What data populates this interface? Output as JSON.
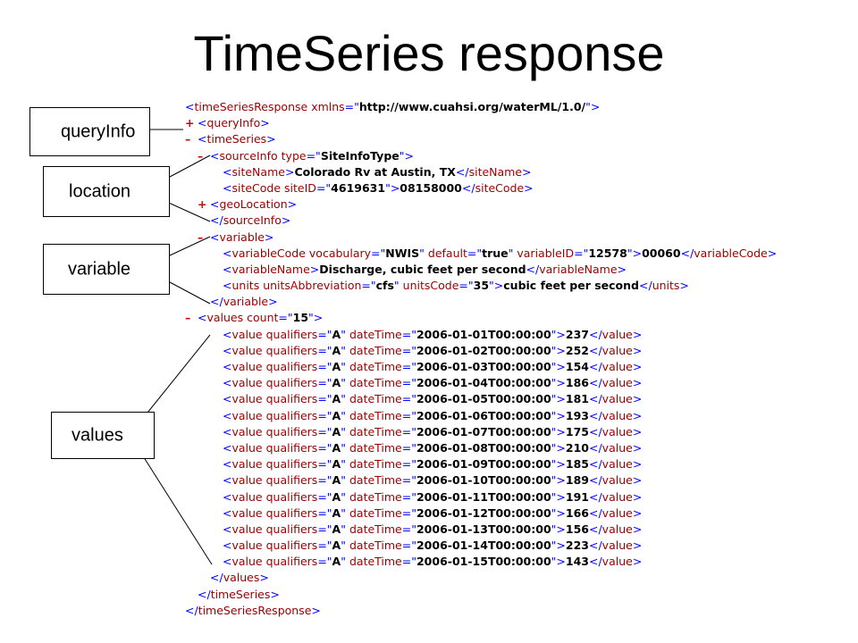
{
  "slide": {
    "title": "TimeSeries response"
  },
  "callouts": {
    "queryInfo": "queryInfo",
    "location": "location",
    "variable": "variable",
    "values": "values"
  },
  "xml_lines": [
    {
      "indent": 0,
      "text": "<timeSeriesResponse xmlns=\"http://www.cuahsi.org/waterML/1.0/\">"
    },
    {
      "indent": 0,
      "marker": "+",
      "text": "<queryInfo>"
    },
    {
      "indent": 0,
      "marker": "–",
      "text": "<timeSeries>"
    },
    {
      "indent": 1,
      "marker": "–",
      "text": "<sourceInfo type=\"SiteInfoType\">"
    },
    {
      "indent": 2,
      "text": "<siteName>Colorado Rv at Austin, TX</siteName>"
    },
    {
      "indent": 2,
      "text": "<siteCode siteID=\"4619631\">08158000</siteCode>"
    },
    {
      "indent": 1,
      "marker": "+",
      "text": "<geoLocation>"
    },
    {
      "indent": 1,
      "text": "</sourceInfo>"
    },
    {
      "indent": 1,
      "marker": "–",
      "text": "<variable>"
    },
    {
      "indent": 2,
      "text": "<variableCode vocabulary=\"NWIS\" default=\"true\" variableID=\"12578\">00060</variableCode>"
    },
    {
      "indent": 2,
      "text": "<variableName>Discharge, cubic feet per second</variableName>"
    },
    {
      "indent": 2,
      "text": "<units unitsAbbreviation=\"cfs\" unitsCode=\"35\">cubic feet per second</units>"
    },
    {
      "indent": 1,
      "text": "</variable>"
    },
    {
      "indent": 0,
      "marker": "–",
      "text": "<values count=\"15\">"
    },
    {
      "indent": 2,
      "text": "<value qualifiers=\"A\" dateTime=\"2006-01-01T00:00:00\">237</value>"
    },
    {
      "indent": 2,
      "text": "<value qualifiers=\"A\" dateTime=\"2006-01-02T00:00:00\">252</value>"
    },
    {
      "indent": 2,
      "text": "<value qualifiers=\"A\" dateTime=\"2006-01-03T00:00:00\">154</value>"
    },
    {
      "indent": 2,
      "text": "<value qualifiers=\"A\" dateTime=\"2006-01-04T00:00:00\">186</value>"
    },
    {
      "indent": 2,
      "text": "<value qualifiers=\"A\" dateTime=\"2006-01-05T00:00:00\">181</value>"
    },
    {
      "indent": 2,
      "text": "<value qualifiers=\"A\" dateTime=\"2006-01-06T00:00:00\">193</value>"
    },
    {
      "indent": 2,
      "text": "<value qualifiers=\"A\" dateTime=\"2006-01-07T00:00:00\">175</value>"
    },
    {
      "indent": 2,
      "text": "<value qualifiers=\"A\" dateTime=\"2006-01-08T00:00:00\">210</value>"
    },
    {
      "indent": 2,
      "text": "<value qualifiers=\"A\" dateTime=\"2006-01-09T00:00:00\">185</value>"
    },
    {
      "indent": 2,
      "text": "<value qualifiers=\"A\" dateTime=\"2006-01-10T00:00:00\">189</value>"
    },
    {
      "indent": 2,
      "text": "<value qualifiers=\"A\" dateTime=\"2006-01-11T00:00:00\">191</value>"
    },
    {
      "indent": 2,
      "text": "<value qualifiers=\"A\" dateTime=\"2006-01-12T00:00:00\">166</value>"
    },
    {
      "indent": 2,
      "text": "<value qualifiers=\"A\" dateTime=\"2006-01-13T00:00:00\">156</value>"
    },
    {
      "indent": 2,
      "text": "<value qualifiers=\"A\" dateTime=\"2006-01-14T00:00:00\">223</value>"
    },
    {
      "indent": 2,
      "text": "<value qualifiers=\"A\" dateTime=\"2006-01-15T00:00:00\">143</value>"
    },
    {
      "indent": 1,
      "text": "</values>"
    },
    {
      "indent": 0,
      "text": "</timeSeries>"
    },
    {
      "indent": -1,
      "text": "</timeSeriesResponse>"
    }
  ]
}
